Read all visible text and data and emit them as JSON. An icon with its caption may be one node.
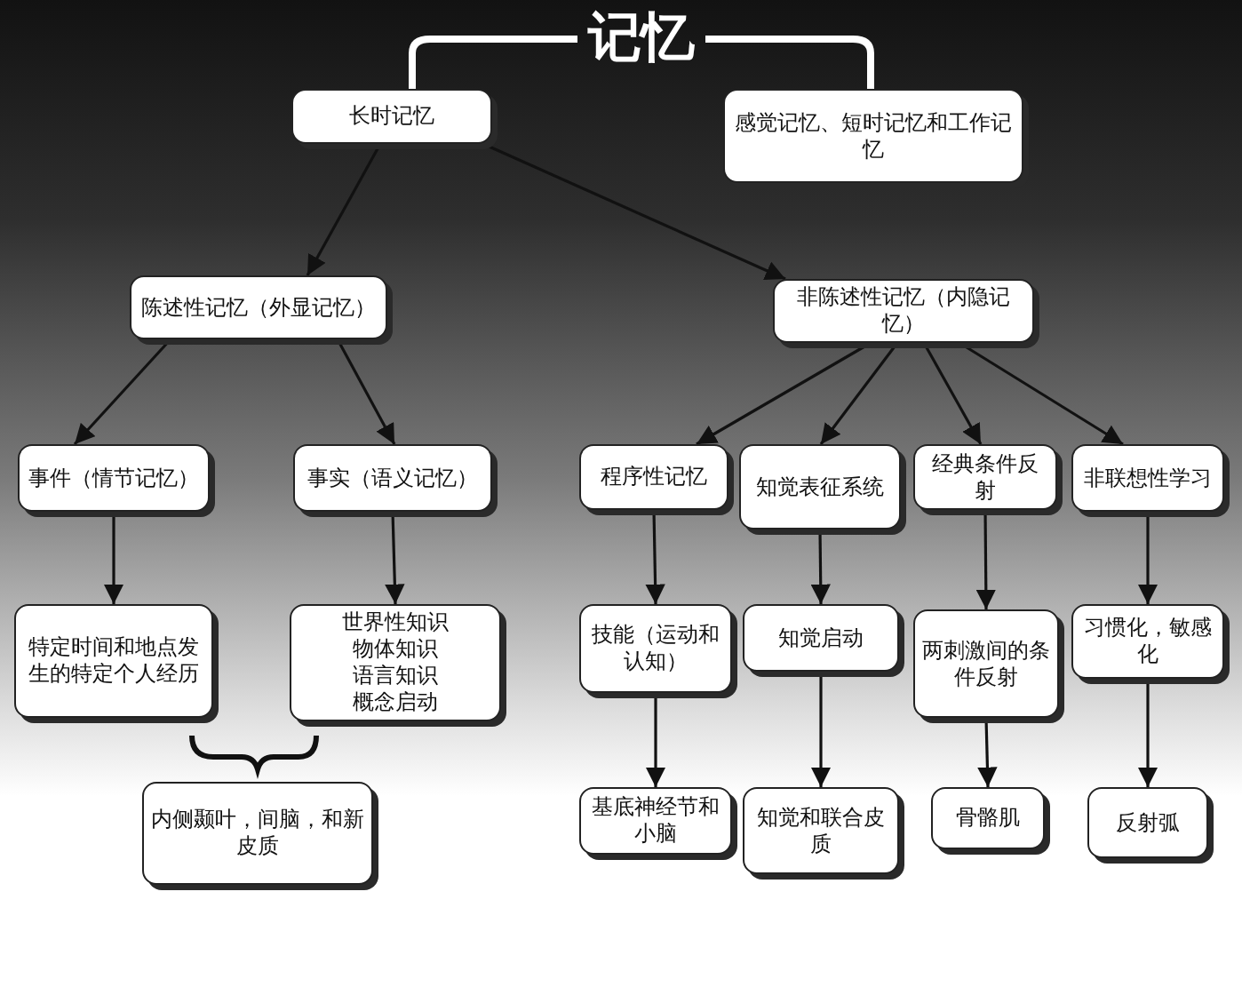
{
  "diagram": {
    "nodes": [
      {
        "text": [
          "记忆"
        ]
      },
      {
        "text": [
          "长时记忆"
        ]
      },
      {
        "text": [
          "感觉记忆、短时记忆和工作记忆"
        ]
      },
      {
        "text": [
          "陈述性记忆（外显记忆）"
        ]
      },
      {
        "text": [
          "非陈述性记忆（内隐记忆）"
        ]
      },
      {
        "text": [
          "事件（情节记忆）"
        ]
      },
      {
        "text": [
          "事实（语义记忆）"
        ]
      },
      {
        "text": [
          "程序性记忆"
        ]
      },
      {
        "text": [
          "知觉表征系统"
        ]
      },
      {
        "text": [
          "经典条件反射"
        ]
      },
      {
        "text": [
          "非联想性学习"
        ]
      },
      {
        "text": [
          "特定时间和地点发生的特定个人经历"
        ]
      },
      {
        "text": [
          "世界性知识",
          "物体知识",
          "语言知识",
          "概念启动"
        ]
      },
      {
        "text": [
          "技能（运动和认知）"
        ]
      },
      {
        "text": [
          "知觉启动"
        ]
      },
      {
        "text": [
          "两刺激间的条件反射"
        ]
      },
      {
        "text": [
          "习惯化，敏感化"
        ]
      },
      {
        "text": [
          "内侧颞叶，间脑，和新皮质"
        ]
      },
      {
        "text": [
          "基底神经节和小脑"
        ]
      },
      {
        "text": [
          "知觉和联合皮质"
        ]
      },
      {
        "text": [
          "骨骼肌"
        ]
      },
      {
        "text": [
          "反射弧"
        ]
      }
    ],
    "edges": [
      {
        "from": 0,
        "to": 1,
        "arrow": "none",
        "style": "thick",
        "color": "#ffffff"
      },
      {
        "from": 0,
        "to": 2,
        "arrow": "none",
        "style": "thick",
        "color": "#ffffff"
      },
      {
        "from": 1,
        "to": 3,
        "arrow": "to"
      },
      {
        "from": 1,
        "to": 4,
        "arrow": "to"
      },
      {
        "from": 3,
        "to": 5,
        "arrow": "to"
      },
      {
        "from": 3,
        "to": 6,
        "arrow": "to"
      },
      {
        "from": 4,
        "to": 7,
        "arrow": "to"
      },
      {
        "from": 4,
        "to": 8,
        "arrow": "to"
      },
      {
        "from": 4,
        "to": 9,
        "arrow": "to"
      },
      {
        "from": 4,
        "to": 10,
        "arrow": "to"
      },
      {
        "from": 5,
        "to": 11,
        "arrow": "to"
      },
      {
        "from": 6,
        "to": 12,
        "arrow": "to"
      },
      {
        "from": 7,
        "to": 13,
        "arrow": "to"
      },
      {
        "from": 8,
        "to": 14,
        "arrow": "to"
      },
      {
        "from": 9,
        "to": 15,
        "arrow": "to"
      },
      {
        "from": 10,
        "to": 16,
        "arrow": "to"
      },
      {
        "from": 13,
        "to": 18,
        "arrow": "to"
      },
      {
        "from": 14,
        "to": 19,
        "arrow": "to"
      },
      {
        "from": 15,
        "to": 20,
        "arrow": "to"
      },
      {
        "from": 16,
        "to": 21,
        "arrow": "to"
      }
    ]
  }
}
